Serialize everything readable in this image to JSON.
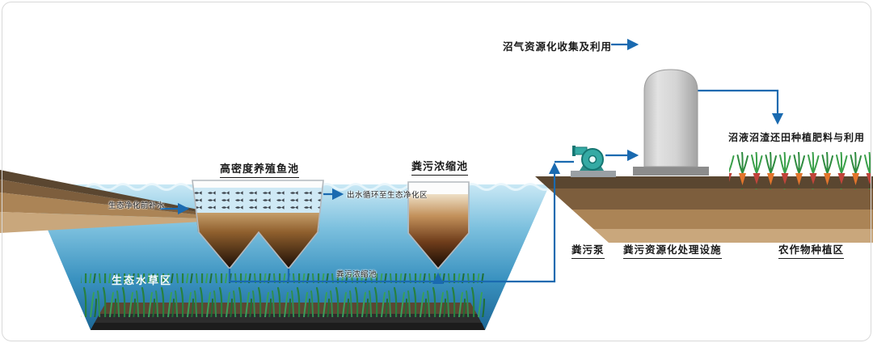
{
  "labels": {
    "fish_pond": "高密度养殖鱼池",
    "concentration_tank": "粪污浓缩池",
    "inflow_note": "生态净化前补水",
    "outflow_note": "出水循环至生态净化区",
    "pipe_note": "粪污浓缩池",
    "aquatic_plant_zone": "生态水草区",
    "biogas_use": "沼气资源化收集及利用",
    "slurry_use": "沼液沼渣还田种植肥料与利用",
    "pump": "粪污泵",
    "treatment_facility": "粪污资源化处理设施",
    "crop_zone": "农作物种植区"
  },
  "palette": {
    "arrow_blue": "#1a6ab0",
    "water_top": "#c9e8f5",
    "water_deep": "#1d6795",
    "earth_dark": "#5a4630",
    "earth_light": "#c9a77c",
    "grass_green": "#2f8f4f",
    "pump_teal": "#35aaa4",
    "digester_gray": "#d4d4d4",
    "sediment_dark": "#2d2d2d",
    "sludge_brown": "#7a4520",
    "crop_orange": "#e2752c",
    "crop_red": "#c0443a",
    "label_text": "#1a1a1a"
  },
  "icons": {
    "pump": "centrifugal-pump-icon",
    "digester": "dome-digester-tank-icon",
    "fish": "fish-school-icon",
    "crops": "vegetable-row-icon",
    "grass": "waterweed-icon",
    "arrow": "flow-arrow-icon"
  }
}
